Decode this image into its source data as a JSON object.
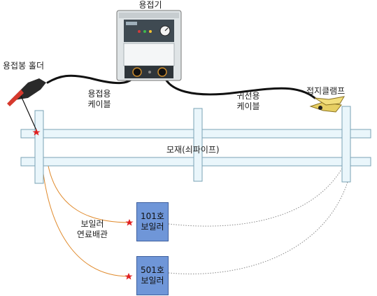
{
  "labels": {
    "welder": "용접기",
    "holder": "용접봉 홀더",
    "welding_cable_line1": "용접용",
    "welding_cable_line2": "케이블",
    "return_cable_line1": "귀선용",
    "return_cable_line2": "케이블",
    "ground_clamp": "접지클램프",
    "material": "모재(쇠파이프)",
    "boiler_pipe_line1": "보일러",
    "boiler_pipe_line2": "연료배관"
  },
  "boilers": [
    {
      "line1": "101호",
      "line2": "보일러"
    },
    {
      "line1": "501호",
      "line2": "보일러"
    }
  ],
  "colors": {
    "pipe_fill": "#eaf6fb",
    "pipe_stroke": "#7aa3b5",
    "boiler_fill": "#6f96d8",
    "fuel_line": "#e08a2c",
    "spark": "#e02020",
    "cable": "#111111",
    "stray_path": "#888888"
  },
  "icons": [
    "welding-machine-icon",
    "electrode-holder-icon",
    "ground-clamp-icon",
    "spark-icon"
  ]
}
